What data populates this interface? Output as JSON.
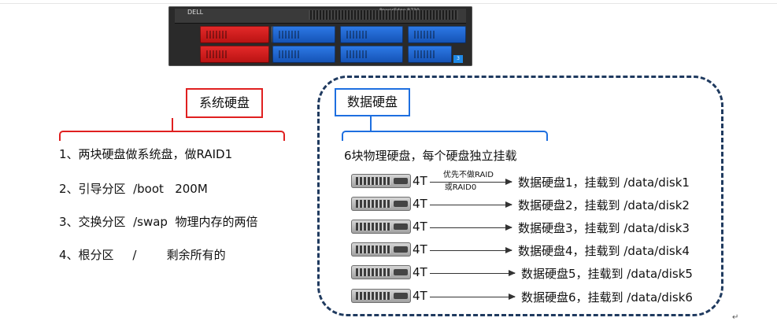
{
  "server": {
    "brand": "DELL",
    "model": "PowerEdge R730"
  },
  "system_box": {
    "title": "系统硬盘"
  },
  "system_items": [
    "1、两块硬盘做系统盘，做RAID1",
    "2、引导分区  /boot   200M",
    "3、交换分区  /swap  物理内存的两倍",
    "4、根分区     /        剩余所有的"
  ],
  "data_box": {
    "title": "数据硬盘",
    "intro": "6块物理硬盘，每个硬盘独立挂载",
    "note_line1": "优先不做RAID",
    "note_line2": "或RAID0",
    "disks": [
      {
        "cap": "4T",
        "mount": "数据硬盘1，挂载到 /data/disk1"
      },
      {
        "cap": "4T",
        "mount": "数据硬盘2，挂载到 /data/disk2"
      },
      {
        "cap": "4T",
        "mount": "数据硬盘3，挂载到 /data/disk3"
      },
      {
        "cap": "4T",
        "mount": "数据硬盘4，挂载到 /data/disk4"
      },
      {
        "cap": "4T",
        "mount": "数据硬盘5，挂载到 /data/disk5"
      },
      {
        "cap": "4T",
        "mount": "数据硬盘6，挂载到 /data/disk6"
      }
    ]
  },
  "colors": {
    "system": "#e02020",
    "data": "#1e6fe0",
    "dashed_border": "#1f3a5f",
    "red_bay": "#e52a2a",
    "blue_bay": "#2e7be8"
  },
  "marks": {
    "return_mark": "↵"
  }
}
